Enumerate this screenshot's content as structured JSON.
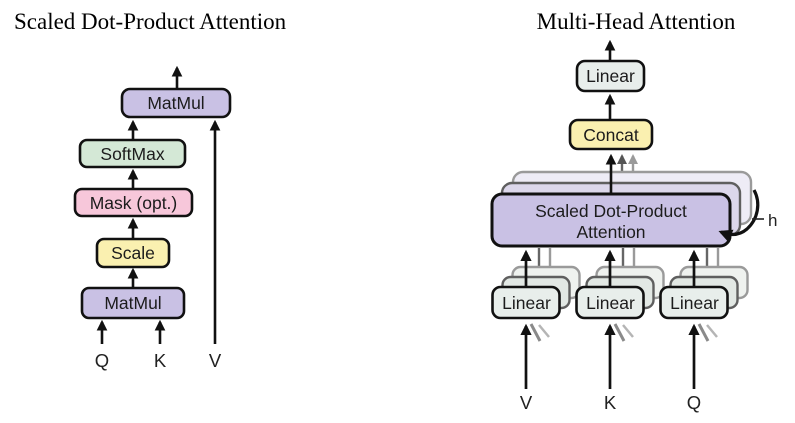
{
  "figure": {
    "left": {
      "title": "Scaled Dot-Product Attention",
      "boxes": {
        "matmul_top": "MatMul",
        "softmax": "SoftMax",
        "mask": "Mask (opt.)",
        "scale": "Scale",
        "matmul_bottom": "MatMul"
      },
      "inputs": {
        "q": "Q",
        "k": "K",
        "v": "V"
      }
    },
    "right": {
      "title": "Multi-Head Attention",
      "boxes": {
        "linear_out": "Linear",
        "concat": "Concat",
        "sdpa_line1": "Scaled Dot-Product",
        "sdpa_line2": "Attention",
        "linear_v": "Linear",
        "linear_k": "Linear",
        "linear_q": "Linear"
      },
      "head_count_label": "h",
      "inputs": {
        "v": "V",
        "k": "K",
        "q": "Q"
      }
    },
    "colors": {
      "purple": "#c9c1e4",
      "green": "#d4e8d6",
      "pink": "#f7c7da",
      "yellow": "#faf0b0",
      "gray_green": "#e8eeeb",
      "line": "#111111"
    }
  }
}
